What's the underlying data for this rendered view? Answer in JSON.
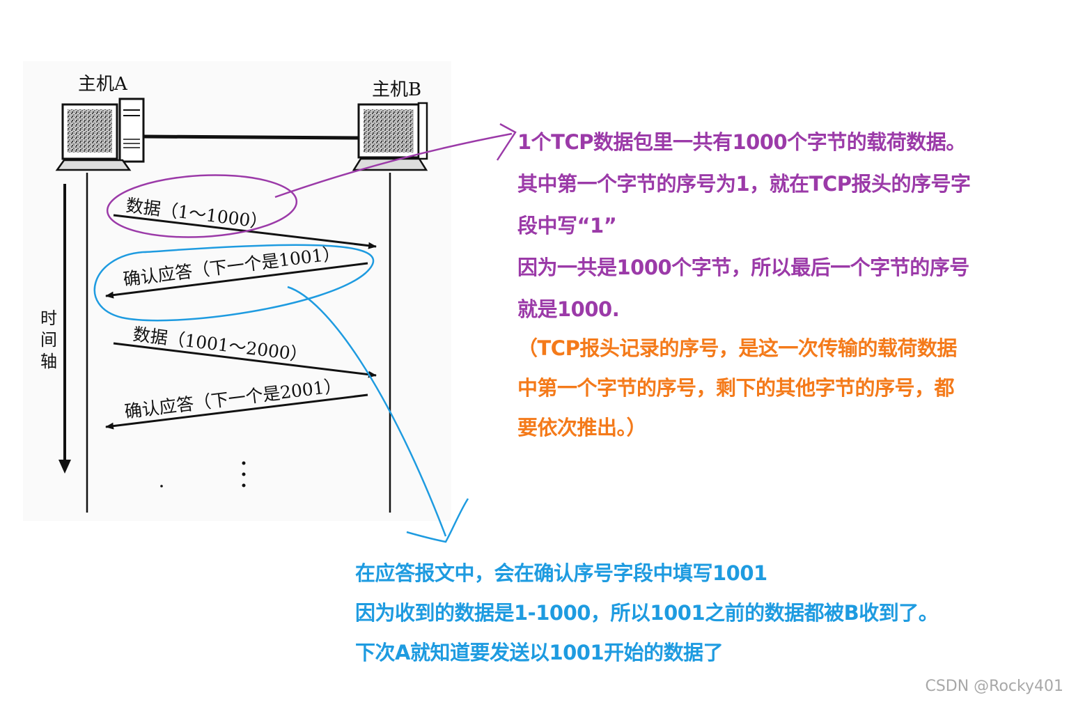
{
  "diagram": {
    "host_a_label": "主机A",
    "host_b_label": "主机B",
    "time_axis_label": [
      "时",
      "间",
      "轴"
    ],
    "messages": [
      {
        "text": "数据（1～1000）",
        "direction": "A-to-B"
      },
      {
        "text": "确认应答（下一个是1001）",
        "direction": "B-to-A"
      },
      {
        "text": "数据（1001～2000）",
        "direction": "A-to-B"
      },
      {
        "text": "确认应答（下一个是2001）",
        "direction": "B-to-A"
      }
    ],
    "continuation": "⋮"
  },
  "annotations": {
    "purple_lines": [
      "1个TCP数据包里一共有1000个字节的载荷数据。",
      "其中第一个字节的序号为1，就在TCP报头的序号字",
      "段中写“1”",
      "因为一共是1000个字节，所以最后一个字节的序号",
      "就是1000."
    ],
    "orange_lines": [
      "（TCP报头记录的序号，是这一次传输的载荷数据",
      "中第一个字节的序号，剩下的其他字节的序号，都",
      "要依次推出。）"
    ],
    "blue_lines": [
      "在应答报文中，会在确认序号字段中填写1001",
      "因为收到的数据是1-1000，所以1001之前的数据都被B收到了。",
      "下次A就知道要发送以1001开始的数据了"
    ]
  },
  "colors": {
    "purple": "#9b3aa8",
    "orange": "#f47a1a",
    "blue": "#1e9be0",
    "ink": "#111111",
    "diagram_bg": "#fafafa"
  },
  "watermark": "CSDN @Rocky401"
}
